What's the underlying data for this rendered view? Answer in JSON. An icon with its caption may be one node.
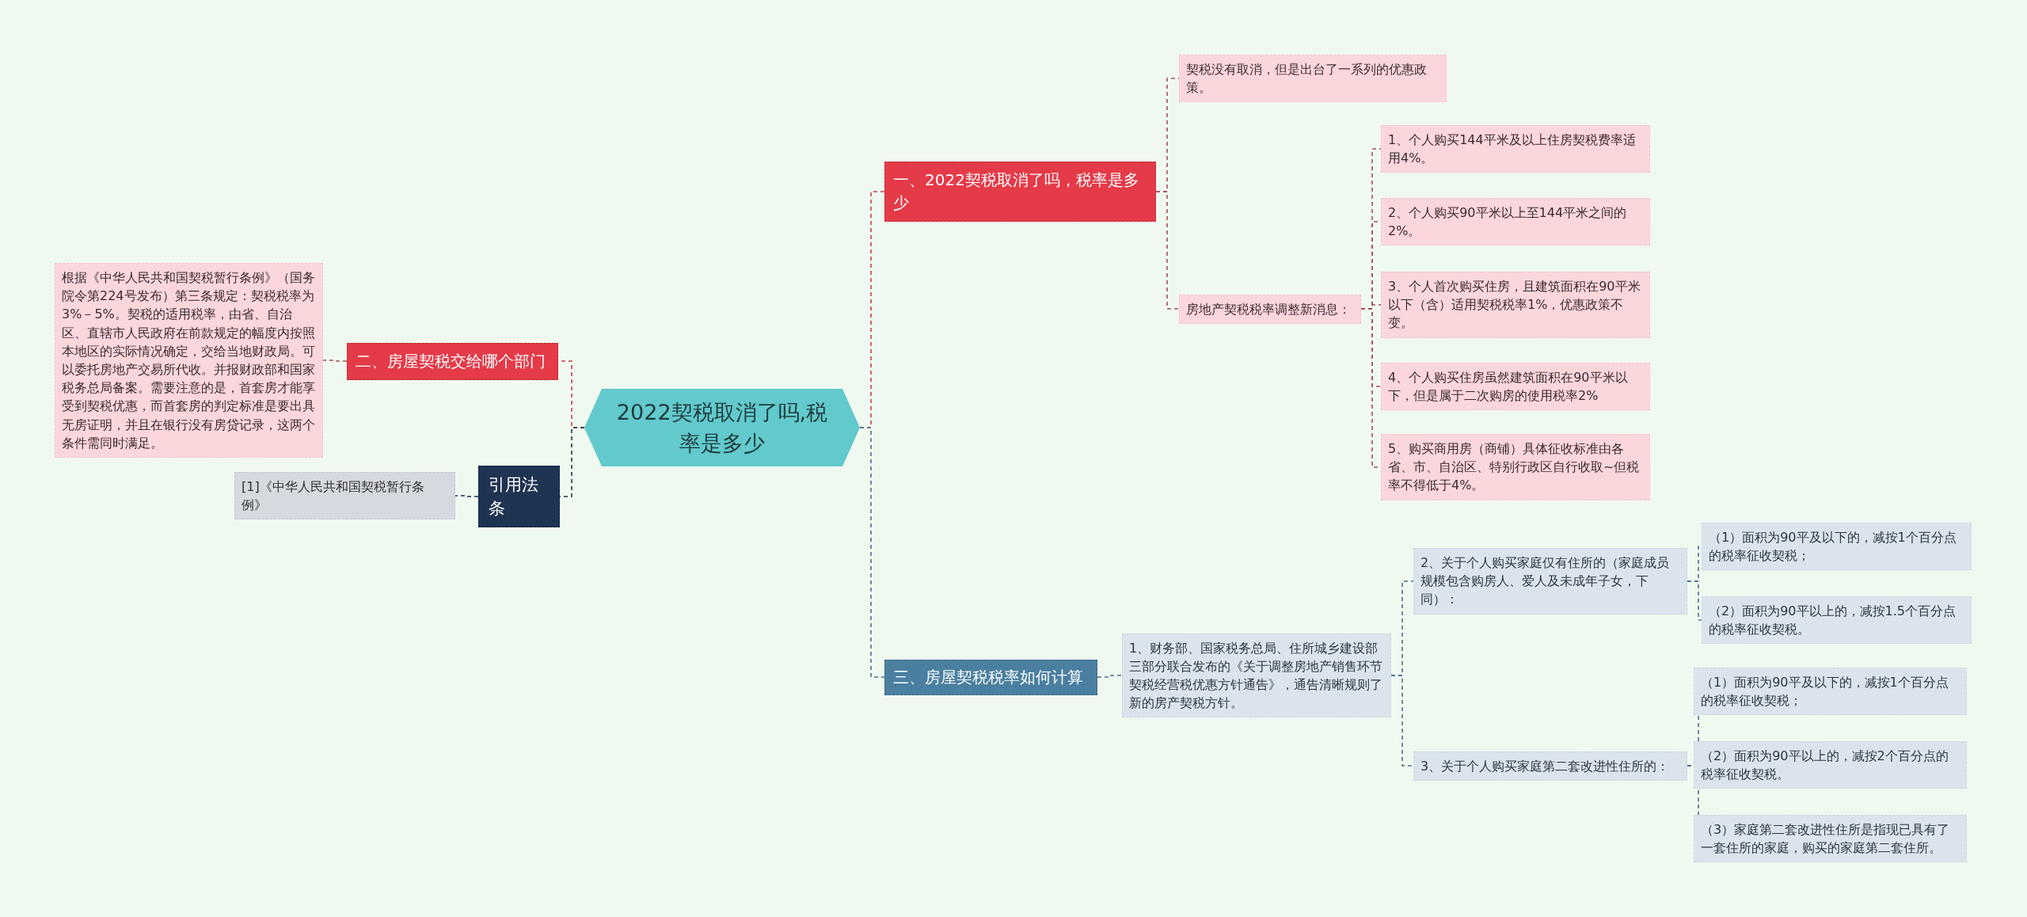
{
  "diagram": {
    "nodes": [
      {
        "text": [
          "2022契税取消了吗,税率是多少"
        ]
      },
      {
        "text": [
          "一、2022契税取消了吗，税率是多少"
        ]
      },
      {
        "text": [
          "契税没有取消，但是出台了一系列的优惠政策。"
        ]
      },
      {
        "text": [
          "房地产契税税率调整新消息："
        ]
      },
      {
        "text": [
          "1、个人购买144平米及以上住房契税费率适用4%。"
        ]
      },
      {
        "text": [
          "2、个人购买90平米以上至144平米之间的2%。"
        ]
      },
      {
        "text": [
          "3、个人首次购买住房，且建筑面积在90平米以下（含）适用契税税率1%，优惠政策不变。"
        ]
      },
      {
        "text": [
          "4、个人购买住房虽然建筑面积在90平米以下，但是属于二次购房的使用税率2%"
        ]
      },
      {
        "text": [
          "5、购买商用房（商铺）具体征收标准由各省、市、自治区、特别行政区自行收取~但税率不得低于4%。"
        ]
      },
      {
        "text": [
          "三、房屋契税税率如何计算"
        ]
      },
      {
        "text": [
          "1、财务部、国家税务总局、住所城乡建设部三部分联合发布的《关于调整房地产销售环节契税经营税优惠方针通告》，通告清晰规则了新的房产契税方针。"
        ]
      },
      {
        "text": [
          "2、关于个人购买家庭仅有住所的（家庭成员规模包含购房人、爱人及未成年子女，下同）："
        ]
      },
      {
        "text": [
          "（1）面积为90平及以下的，减按1个百分点的税率征收契税；"
        ]
      },
      {
        "text": [
          "（2）面积为90平以上的，减按1.5个百分点的税率征收契税。"
        ]
      },
      {
        "text": [
          "3、关于个人购买家庭第二套改进性住所的："
        ]
      },
      {
        "text": [
          "（1）面积为90平及以下的，减按1个百分点的税率征收契税；"
        ]
      },
      {
        "text": [
          "（2）面积为90平以上的，减按2个百分点的税率征收契税。"
        ]
      },
      {
        "text": [
          "（3）家庭第二套改进性住所是指现已具有了一套住所的家庭，购买的家庭第二套住所。"
        ]
      },
      {
        "text": [
          "二、房屋契税交给哪个部门"
        ]
      },
      {
        "text": [
          "根据《中华人民共和国契税暂行条例》（国务院令第224号发布）第三条规定：契税税率为3%－5%。契税的适用税率，由省、自治区、直辖市人民政府在前款规定的幅度内按照本地区的实际情况确定，交给当地财政局。可以委托房地产交易所代收。并报财政部和国家税务总局备案。需要注意的是，首套房才能享受到契税优惠，而首套房的判定标准是要出具无房证明，并且在银行没有房贷记录，这两个条件需同时满足。"
        ]
      },
      {
        "text": [
          "引用法条"
        ]
      },
      {
        "text": [
          "[1]《中华人民共和国契税暂行条例》"
        ]
      }
    ],
    "edges": [
      {
        "from": 0,
        "to": 1,
        "arrow": "none",
        "style": "dashed",
        "color": "#c2414d"
      },
      {
        "from": 1,
        "to": 2,
        "arrow": "none",
        "style": "dashed",
        "color": "#a4505a"
      },
      {
        "from": 1,
        "to": 3,
        "arrow": "none",
        "style": "dashed",
        "color": "#a4505a"
      },
      {
        "from": 3,
        "to": 4,
        "arrow": "none",
        "style": "dashed",
        "color": "#a4505a"
      },
      {
        "from": 3,
        "to": 5,
        "arrow": "none",
        "style": "dashed",
        "color": "#a4505a"
      },
      {
        "from": 3,
        "to": 6,
        "arrow": "none",
        "style": "dashed",
        "color": "#a4505a"
      },
      {
        "from": 3,
        "to": 7,
        "arrow": "none",
        "style": "dashed",
        "color": "#a4505a"
      },
      {
        "from": 3,
        "to": 8,
        "arrow": "none",
        "style": "dashed",
        "color": "#a4505a"
      },
      {
        "from": 0,
        "to": 9,
        "arrow": "none",
        "style": "dashed",
        "color": "#4a6f92"
      },
      {
        "from": 9,
        "to": 10,
        "arrow": "none",
        "style": "dashed",
        "color": "#4a6f92"
      },
      {
        "from": 10,
        "to": 11,
        "arrow": "none",
        "style": "dashed",
        "color": "#4a6f92"
      },
      {
        "from": 11,
        "to": 12,
        "arrow": "none",
        "style": "dashed",
        "color": "#4a6f92"
      },
      {
        "from": 11,
        "to": 13,
        "arrow": "none",
        "style": "dashed",
        "color": "#4a6f92"
      },
      {
        "from": 10,
        "to": 14,
        "arrow": "none",
        "style": "dashed",
        "color": "#4a6f92"
      },
      {
        "from": 14,
        "to": 15,
        "arrow": "none",
        "style": "dashed",
        "color": "#4a6f92"
      },
      {
        "from": 14,
        "to": 16,
        "arrow": "none",
        "style": "dashed",
        "color": "#4a6f92"
      },
      {
        "from": 14,
        "to": 17,
        "arrow": "none",
        "style": "dashed",
        "color": "#4a6f92"
      },
      {
        "from": 0,
        "to": 18,
        "arrow": "none",
        "style": "dashed",
        "color": "#c2414d"
      },
      {
        "from": 18,
        "to": 19,
        "arrow": "none",
        "style": "dashed",
        "color": "#a4505a"
      },
      {
        "from": 0,
        "to": 20,
        "arrow": "none",
        "style": "dashed",
        "color": "#1f3352"
      },
      {
        "from": 20,
        "to": 21,
        "arrow": "none",
        "style": "dashed",
        "color": "#1f3352"
      }
    ]
  }
}
